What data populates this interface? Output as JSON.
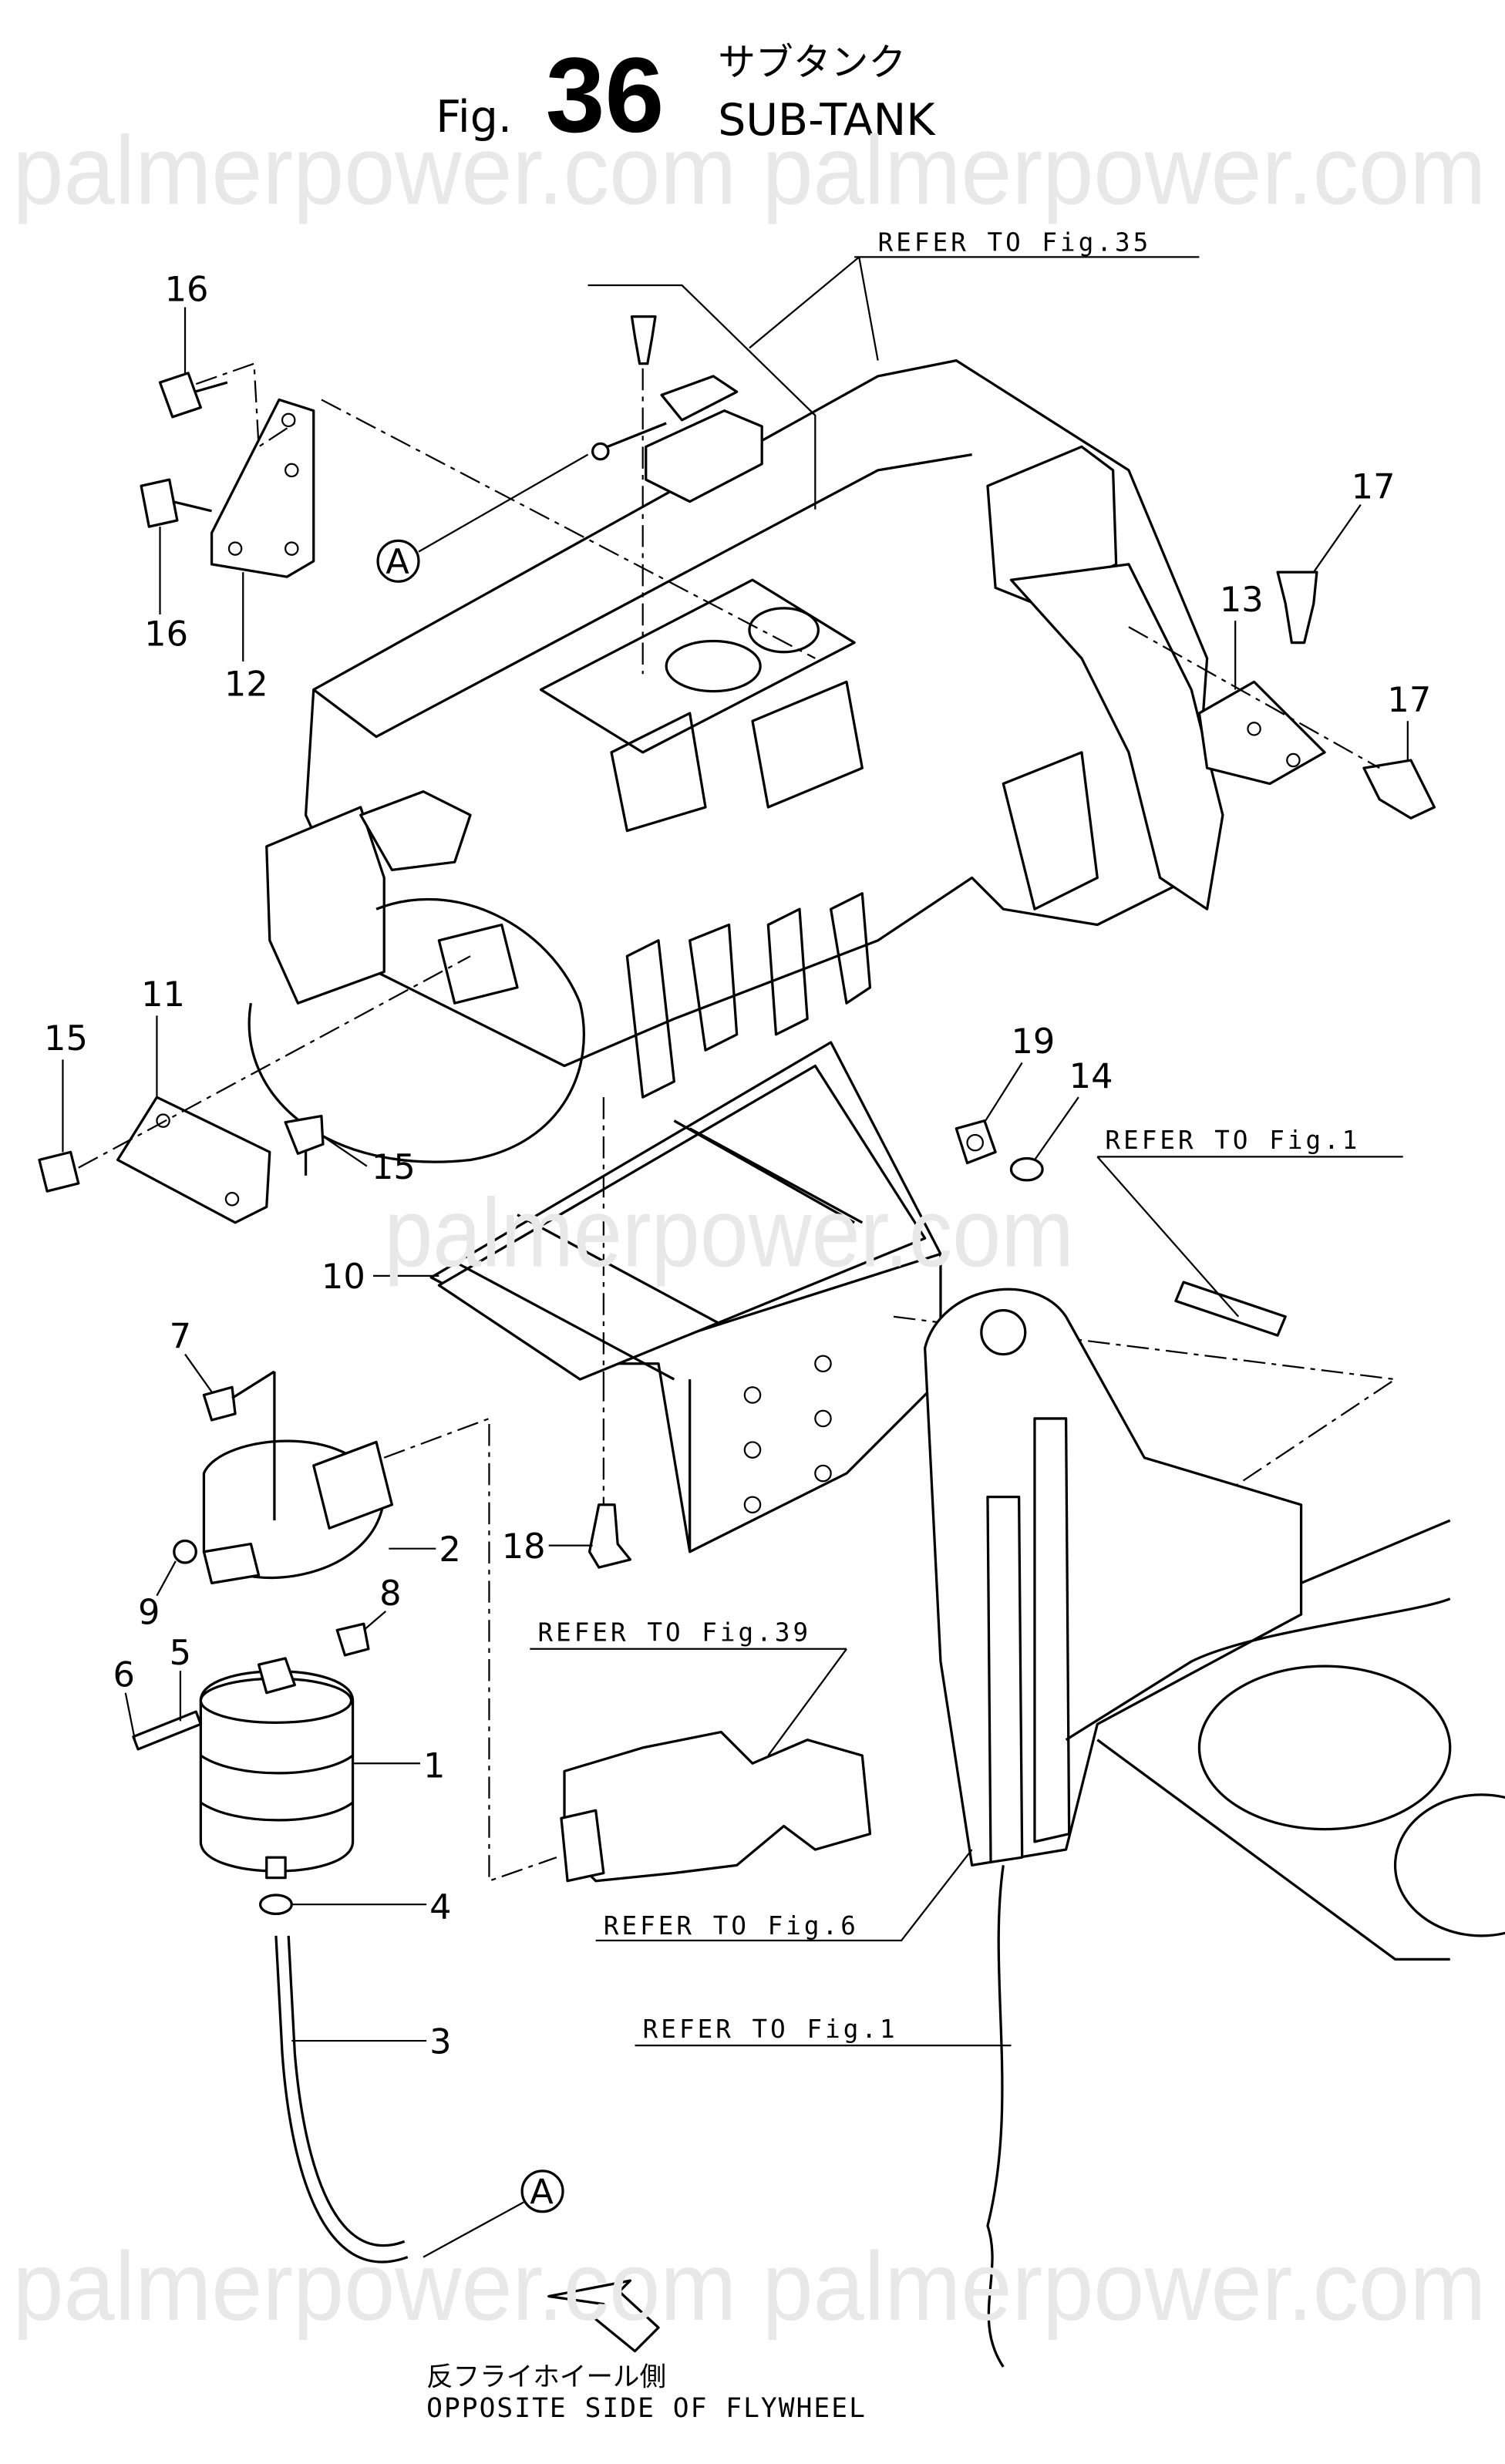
{
  "header": {
    "fig_prefix": "Fig.",
    "fig_number": "36",
    "title_jp": "サブタンク",
    "title_en": "SUB-TANK"
  },
  "watermark": {
    "text_top": "palmerpower.com palmerpower.com",
    "text_mid": "palmerpower.com",
    "text_bottom": "palmerpower.com palmerpower.com"
  },
  "references": {
    "fig35": "REFER TO Fig.35",
    "fig1_upper": "REFER TO Fig.1",
    "fig39": "REFER TO Fig.39",
    "fig6": "REFER TO Fig.6",
    "fig1_lower": "REFER TO Fig.1"
  },
  "connector_label": "A",
  "callouts": [
    "1",
    "2",
    "3",
    "4",
    "5",
    "6",
    "7",
    "8",
    "9",
    "10",
    "11",
    "12",
    "13",
    "14",
    "15",
    "15",
    "16",
    "16",
    "17",
    "17",
    "18",
    "19"
  ],
  "direction": {
    "label_jp": "反フライホイール側",
    "label_en": "OPPOSITE SIDE OF FLYWHEEL"
  }
}
